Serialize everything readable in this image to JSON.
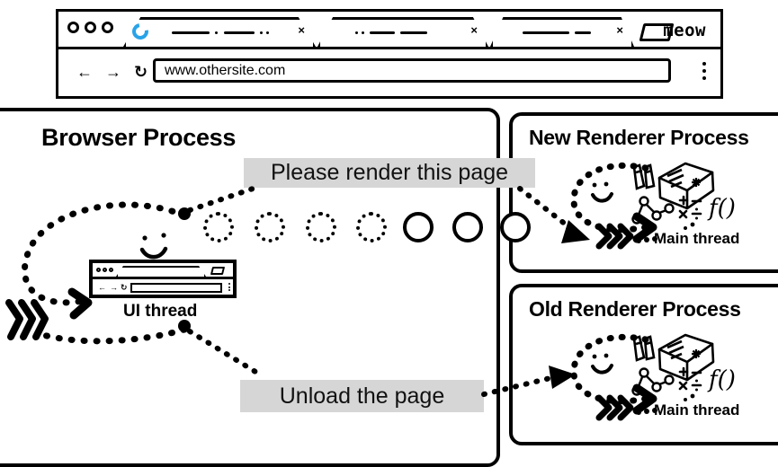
{
  "browser_window": {
    "window_dots": [
      "dot",
      "dot",
      "dot"
    ],
    "tabs": [
      {
        "name": "active-tab",
        "loading": true,
        "close_label": "×"
      },
      {
        "name": "second-tab",
        "loading": false,
        "close_label": "×"
      },
      {
        "name": "third-tab",
        "loading": false,
        "close_label": "×"
      }
    ],
    "new_tab_label": "",
    "profile_label": "meow",
    "nav": {
      "back_icon": "←",
      "forward_icon": "→",
      "reload_icon": "↻",
      "menu_icon": "kebab-menu"
    },
    "url": "www.othersite.com"
  },
  "panels": {
    "browser_process": {
      "title": "Browser Process",
      "ui_thread_label": "UI thread",
      "queue": [
        {
          "style": "dotted"
        },
        {
          "style": "dotted"
        },
        {
          "style": "dotted"
        },
        {
          "style": "dotted"
        },
        {
          "style": "solid"
        },
        {
          "style": "solid"
        },
        {
          "style": "solid"
        }
      ]
    },
    "new_renderer": {
      "title": "New Renderer Process",
      "main_thread_label": "Main thread"
    },
    "old_renderer": {
      "title": "Old Renderer Process",
      "main_thread_label": "Main thread"
    }
  },
  "callouts": {
    "render": "Please render this page",
    "unload": "Unload the page",
    "background_color": "#D6D6D6"
  },
  "colors": {
    "ink": "#000000",
    "spinner_blue": "#29A3E8",
    "callout_gray": "#D6D6D6",
    "page_background": "#FFFFFF"
  }
}
